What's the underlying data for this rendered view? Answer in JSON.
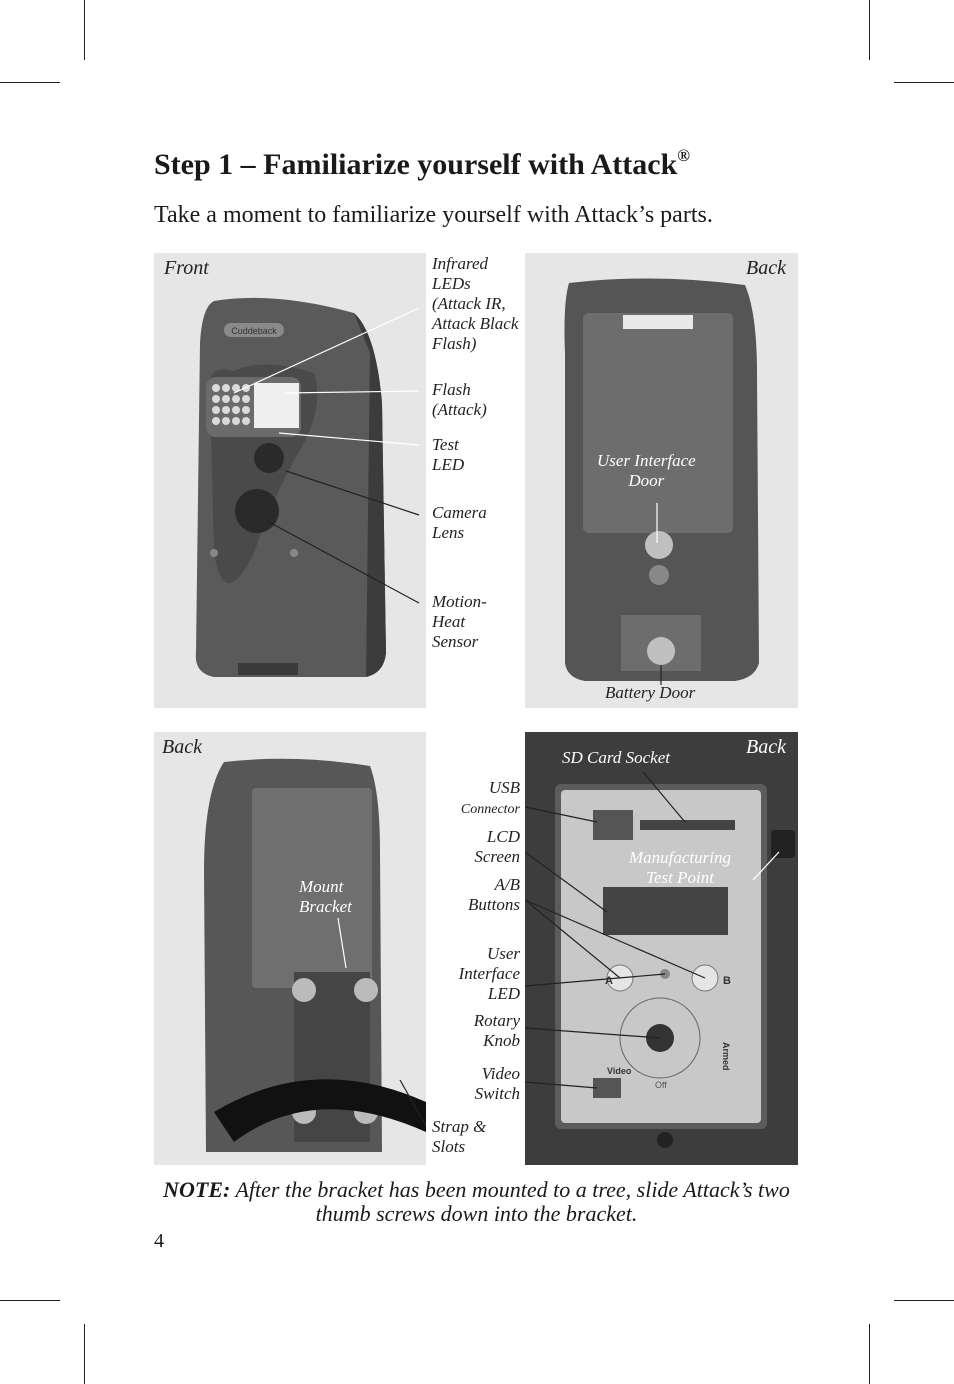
{
  "title": "Step 1 – Familiarize yourself with Attack",
  "title_mark": "®",
  "intro": "Take a moment to familiarize yourself with Attack’s parts.",
  "panels": {
    "front": "Front",
    "back1": "Back",
    "back2": "Back",
    "back3": "Back"
  },
  "front_labels": {
    "infrared": "Infrared\nLEDs\n(Attack IR,\nAttack Black\nFlash)",
    "flash": "Flash\n(Attack)",
    "test_led": "Test\nLED",
    "camera_lens": "Camera\nLens",
    "motion_heat": "Motion-\nHeat\nSensor"
  },
  "back_labels": {
    "ui_door": "User Interface\nDoor",
    "battery_door": "Battery Door",
    "mount_bracket": "Mount\nBracket",
    "strap_slots": "Strap &\nSlots"
  },
  "interface_labels": {
    "sd_card": "SD Card Socket",
    "usb": "USB",
    "usb2": "Connector",
    "lcd": "LCD\nScreen",
    "ab": "A/B\nButtons",
    "ui_led": "User\nInterface\nLED",
    "rotary": "Rotary\nKnob",
    "video": "Video\nSwitch",
    "mfg": "Manufacturing\nTest Point"
  },
  "device": {
    "brand": "Cuddeback",
    "btn_a": "A",
    "btn_b": "B",
    "dial_video": "Video",
    "dial_armed": "Armed",
    "dial_off": "Off"
  },
  "note": {
    "bold": "NOTE:",
    "text": " After the bracket has been mounted to a tree, slide Attack’s two thumb screws down into the bracket."
  },
  "page_number": "4"
}
